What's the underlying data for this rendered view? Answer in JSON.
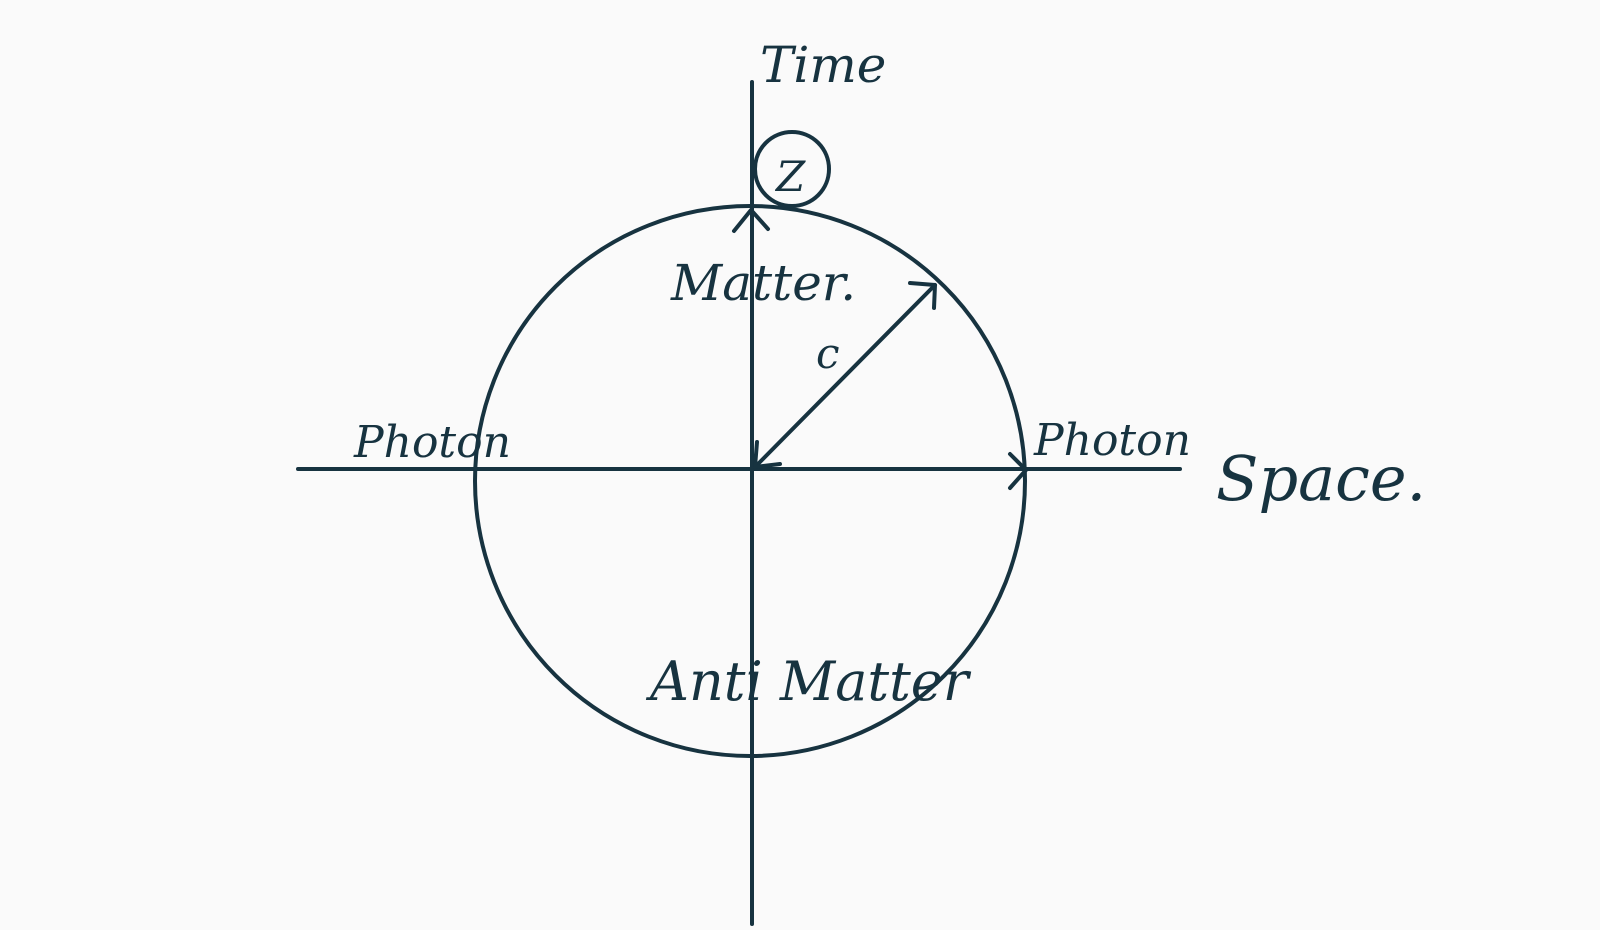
{
  "labels": {
    "time_axis": "Time",
    "space_axis": "Space.",
    "photon_left": "Photon",
    "photon_right": "Photon",
    "matter": "Matter.",
    "antimatter": "Anti Matter",
    "radius": "c",
    "circled_symbol": "Z"
  },
  "colors": {
    "ink": "#173340",
    "background": "#fafafa"
  }
}
